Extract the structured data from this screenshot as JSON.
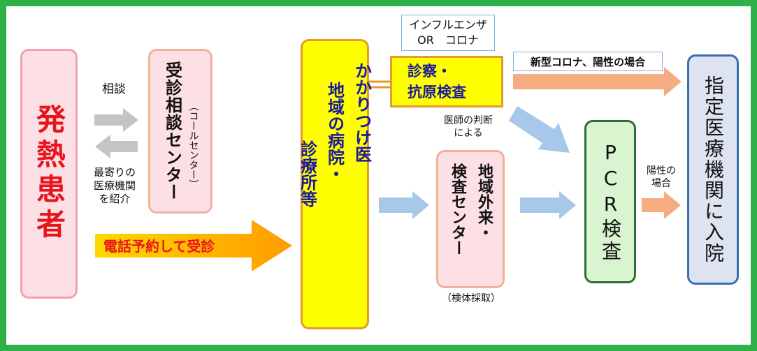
{
  "colors": {
    "frame": "#2fb14a",
    "patient_fill": "#fde0e6",
    "patient_border": "#f3a0a8",
    "patient_text": "#e8141b",
    "pink_fill": "#fde0e6",
    "pink_border": "#f3b09a",
    "yellow_fill": "#ffff00",
    "yellow_border": "#e49a2c",
    "blue_text": "#1a1a9e",
    "pcr_fill": "#d9f5cf",
    "pcr_border": "#2e6e32",
    "hosp_fill": "#dde3ef",
    "hosp_border": "#3a6fb0",
    "arrow_gray": "#c4c4c4",
    "arrow_blue": "#a7c8e8",
    "arrow_salmon": "#f5ac80",
    "arrow_orange_start": "#ffd800",
    "arrow_orange_end": "#ff9b00",
    "phone_text": "#e8141b"
  },
  "patient": {
    "label": "発熱患者"
  },
  "consult_label": "相談",
  "referral_label": "最寄りの\n医療機関\nを紹介",
  "call_center": {
    "main": "受診相談センター",
    "sub": "（コールセンター）"
  },
  "phone_label": "電話予約して受診",
  "clinic": {
    "line1": "かかりつけ医",
    "line2": "地域の病院・",
    "line3": "診療所等"
  },
  "flu_box": {
    "line1": "インフルエンザ",
    "line2": "OR　コロナ"
  },
  "exam_box": {
    "line1": "診察・",
    "line2": "抗原検査"
  },
  "positive_new_corona_label": "新型コロナ、陽性の場合",
  "doctor_judgment_label": "医師の判断\nによる",
  "outpatient_center": {
    "line1": "地域外来・",
    "line2": "検査センター"
  },
  "specimen_label": "（検体採取）",
  "pcr": {
    "label": "PCR検査"
  },
  "positive_label": "陽性の\n場合",
  "hospital": {
    "label": "指定医療機関に入院"
  }
}
